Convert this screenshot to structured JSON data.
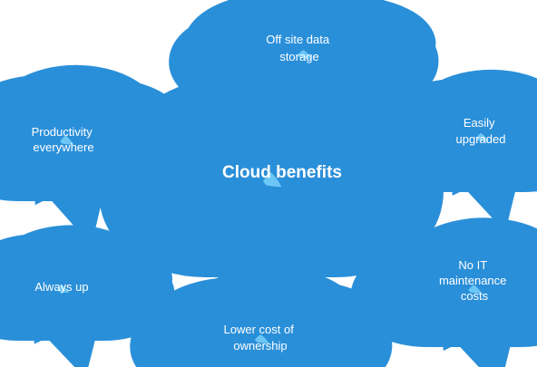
{
  "center": {
    "label": "Cloud benefits"
  },
  "benefits": [
    {
      "id": "off-site-data-storage",
      "lines": [
        "Off site data",
        "storage"
      ]
    },
    {
      "id": "productivity-everywhere",
      "lines": [
        "Productivity",
        "everywhere"
      ]
    },
    {
      "id": "easily-upgraded",
      "lines": [
        "Easily",
        "upgraded"
      ]
    },
    {
      "id": "always-up",
      "lines": [
        "Always up"
      ]
    },
    {
      "id": "lower-cost-of-ownership",
      "lines": [
        "Lower cost of",
        "ownership"
      ]
    },
    {
      "id": "no-it-maintenance-costs",
      "lines": [
        "No IT",
        "maintenance",
        "costs"
      ]
    }
  ],
  "colors": {
    "cloud_fill": "#6cc6f6",
    "cloud_stroke": "#2a8fd9",
    "text": "#ffffff",
    "connector": "#2b2b2b"
  }
}
